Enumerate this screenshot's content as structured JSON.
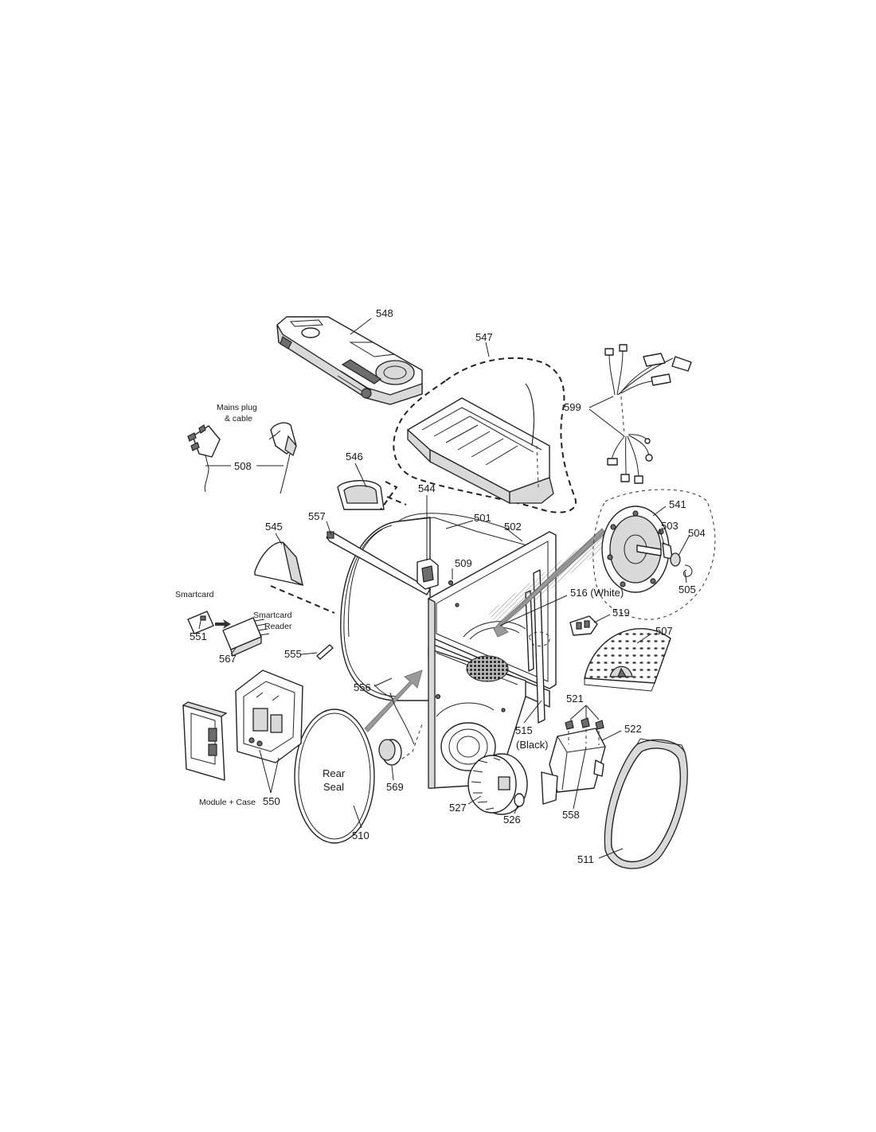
{
  "diagram": {
    "callouts": {
      "c501": "501",
      "c502": "502",
      "c503": "503",
      "c504": "504",
      "c505": "505",
      "c507": "507",
      "c508": "508",
      "c509": "509",
      "c510": "510",
      "c511": "511",
      "c515": "515",
      "c515b": "(Black)",
      "c516": "516 (White)",
      "c519": "519",
      "c521": "521",
      "c522": "522",
      "c526": "526",
      "c527": "527",
      "c541": "541",
      "c544": "544",
      "c545": "545",
      "c546": "546",
      "c547": "547",
      "c548": "548",
      "c550": "550",
      "c551": "551",
      "c555": "555",
      "c556": "556",
      "c557": "557",
      "c558": "558",
      "c567": "567",
      "c569": "569",
      "c599": "599"
    },
    "captions": {
      "mains_1": "Mains plug",
      "mains_2": "& cable",
      "smartcard": "Smartcard",
      "reader_1": "Smartcard",
      "reader_2": "Reader",
      "module": "Module + Case",
      "seal_1": "Rear",
      "seal_2": "Seal"
    }
  }
}
